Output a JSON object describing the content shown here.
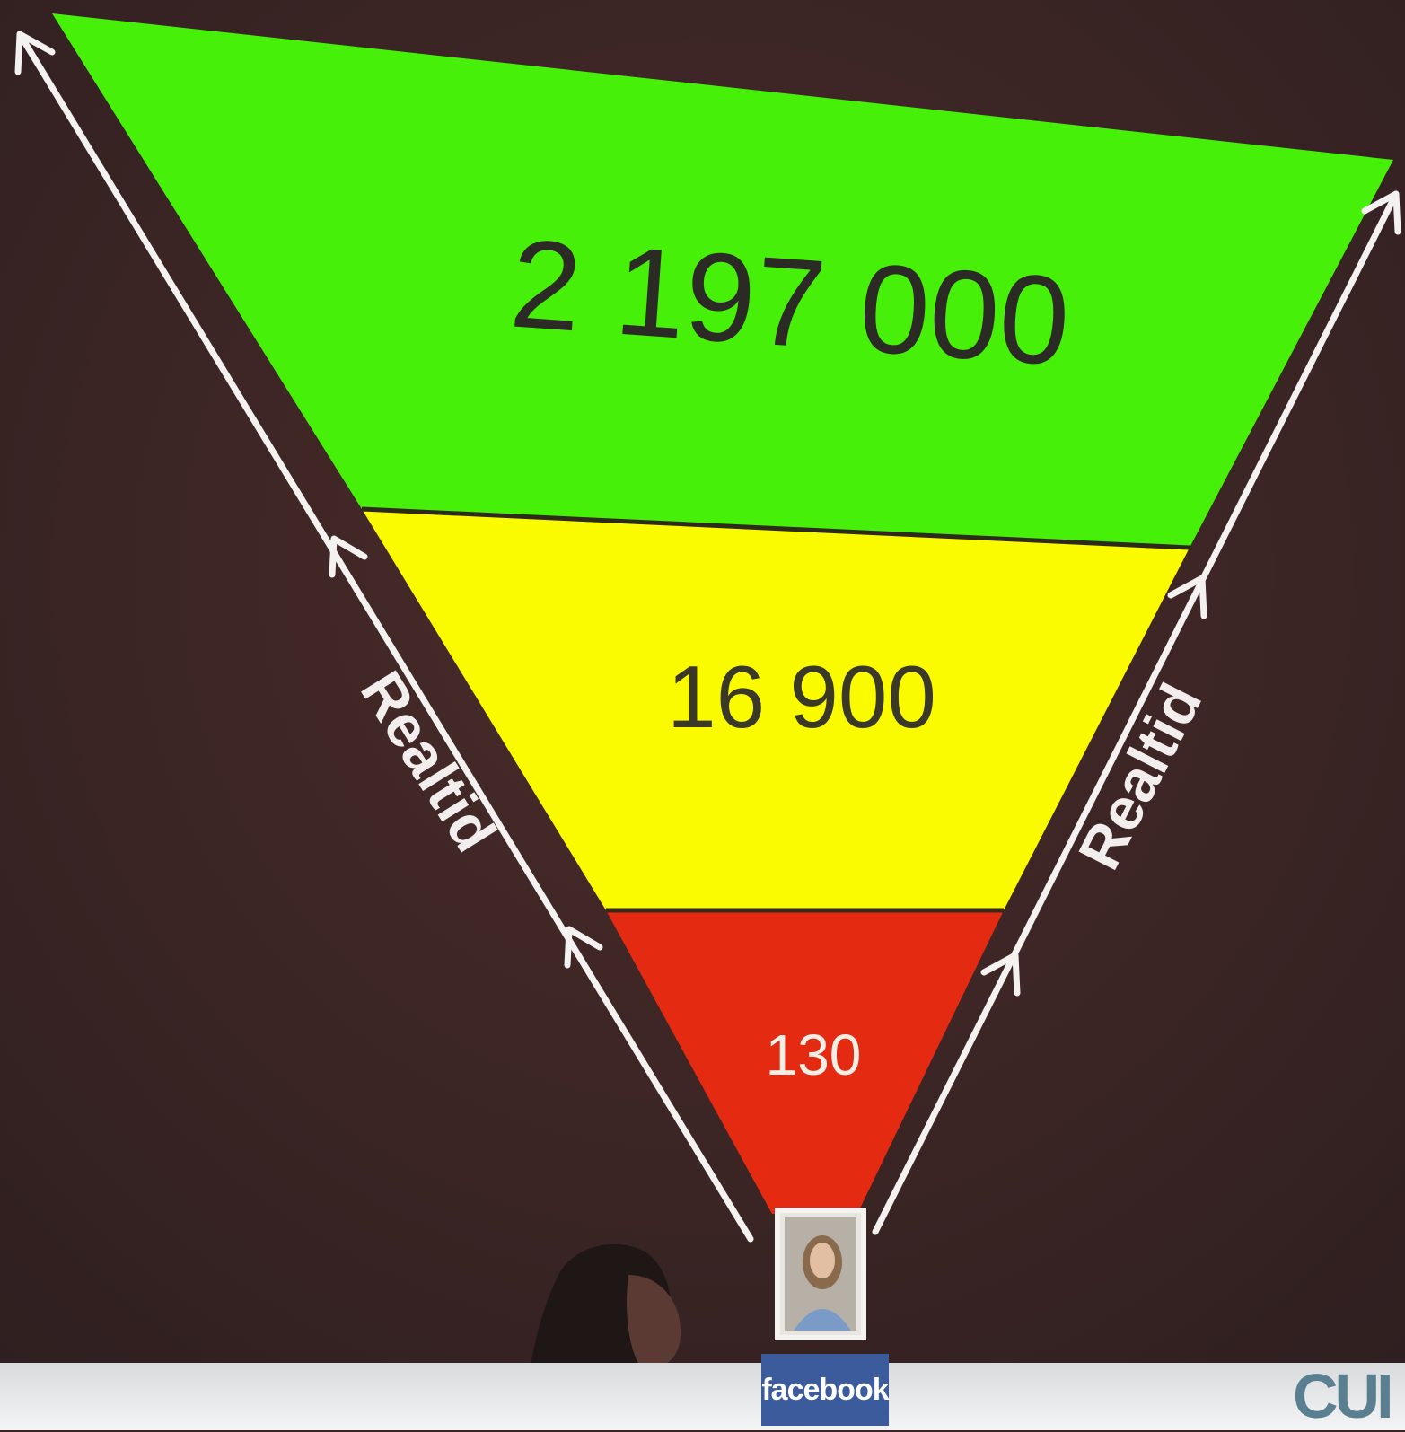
{
  "funnel": {
    "levels": [
      {
        "label": "2 197 000",
        "color": "#47f008",
        "text_color": "#2c2a24"
      },
      {
        "label": "16 900",
        "color": "#fbfb00",
        "text_color": "#3a3826"
      },
      {
        "label": "130",
        "color": "#e52a12",
        "text_color": "#f4efe6"
      }
    ],
    "side_labels": {
      "left": "Realtid",
      "right": "Realtid"
    }
  },
  "profile": {
    "badge_label": "facebook"
  },
  "logo": {
    "text": "CUI"
  },
  "colors": {
    "background": "#3a2424",
    "arrow": "#f4f1f1",
    "facebook_blue": "#3b5b9c"
  }
}
